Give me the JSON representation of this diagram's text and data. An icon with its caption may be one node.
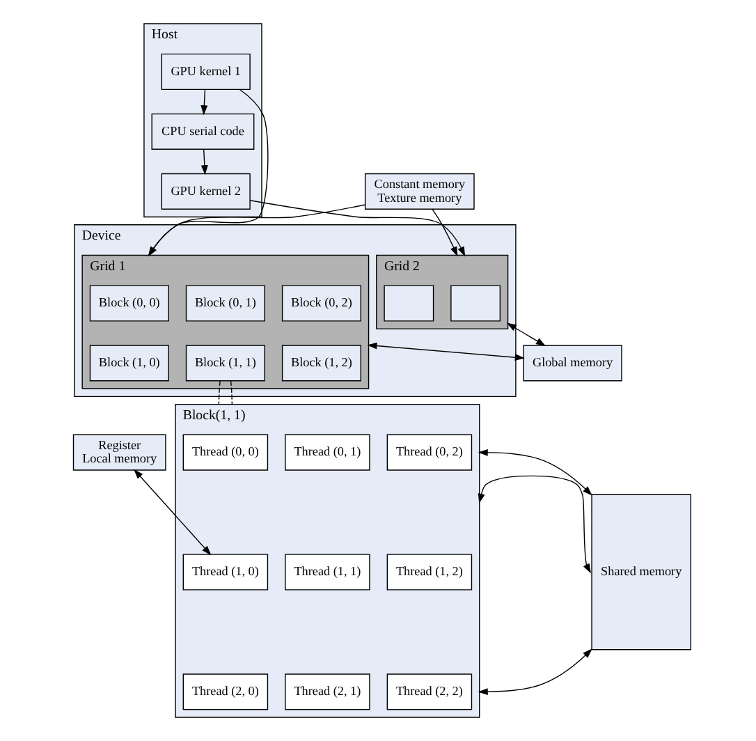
{
  "diagram": {
    "nodes": [
      {
        "text": [
          "Host"
        ]
      },
      {
        "text": [
          "GPU kernel 1"
        ],
        "in": 0
      },
      {
        "text": [
          "CPU serial code"
        ],
        "in": 0
      },
      {
        "text": [
          "GPU kernel 2"
        ],
        "in": 0
      },
      {
        "text": [
          "Device"
        ]
      },
      {
        "text": [
          "Grid 1"
        ],
        "in": 4
      },
      {
        "text": [
          "Block (0, 0)"
        ],
        "in": 5
      },
      {
        "text": [
          "Block (0, 1)"
        ],
        "in": 5
      },
      {
        "text": [
          "Block (0, 2)"
        ],
        "in": 5
      },
      {
        "text": [
          "Block (1, 0)"
        ],
        "in": 5
      },
      {
        "text": [
          "Block (1, 1)"
        ],
        "in": 5
      },
      {
        "text": [
          "Block (1, 2)"
        ],
        "in": 5
      },
      {
        "text": [
          "Grid 2"
        ],
        "in": 4
      },
      {
        "text": [],
        "shape": "box",
        "in": 12
      },
      {
        "text": [],
        "shape": "box",
        "in": 12
      },
      {
        "text": [
          "Global memory"
        ]
      },
      {
        "text": [
          "Constant memory",
          "Texture memory"
        ]
      },
      {
        "text": [
          "Block(1, 1)"
        ]
      },
      {
        "text": [
          "Thread (0, 0)"
        ],
        "in": 17
      },
      {
        "text": [
          "Thread (0, 1)"
        ],
        "in": 17
      },
      {
        "text": [
          "Thread (0, 2)"
        ],
        "in": 17
      },
      {
        "text": [
          "Thread (1, 0)"
        ],
        "in": 17
      },
      {
        "text": [
          "Thread (1, 1)"
        ],
        "in": 17
      },
      {
        "text": [
          "Thread (1, 2)"
        ],
        "in": 17
      },
      {
        "text": [
          "Thread (2, 0)"
        ],
        "in": 17
      },
      {
        "text": [
          "Thread (2, 1)"
        ],
        "in": 17
      },
      {
        "text": [
          "Thread (2, 2)"
        ],
        "in": 17
      },
      {
        "text": [
          "Register",
          "Local memory"
        ]
      },
      {
        "text": [
          "Shared memory"
        ]
      }
    ],
    "edges": [
      {
        "from": 1,
        "to": 5,
        "arrow": "to"
      },
      {
        "from": 1,
        "to": 2,
        "arrow": "to"
      },
      {
        "from": 2,
        "to": 3,
        "arrow": "to"
      },
      {
        "from": 3,
        "to": 12,
        "arrow": "to"
      },
      {
        "from": 5,
        "to": 15,
        "arrow": "both"
      },
      {
        "from": 16,
        "to": 5,
        "arrow": "to"
      },
      {
        "from": 12,
        "to": 15,
        "arrow": "both"
      },
      {
        "from": 16,
        "to": 12,
        "arrow": "to"
      },
      {
        "from": 10,
        "to": 17,
        "arrow": "none",
        "style": "dashed"
      },
      {
        "from": 10,
        "to": 17,
        "arrow": "none",
        "style": "dashed"
      },
      {
        "from": 17,
        "to": 28,
        "arrow": "both"
      },
      {
        "from": 17,
        "to": 28,
        "arrow": "both"
      },
      {
        "from": 17,
        "to": 28,
        "arrow": "both"
      },
      {
        "from": 27,
        "to": 21,
        "arrow": "both"
      }
    ]
  }
}
